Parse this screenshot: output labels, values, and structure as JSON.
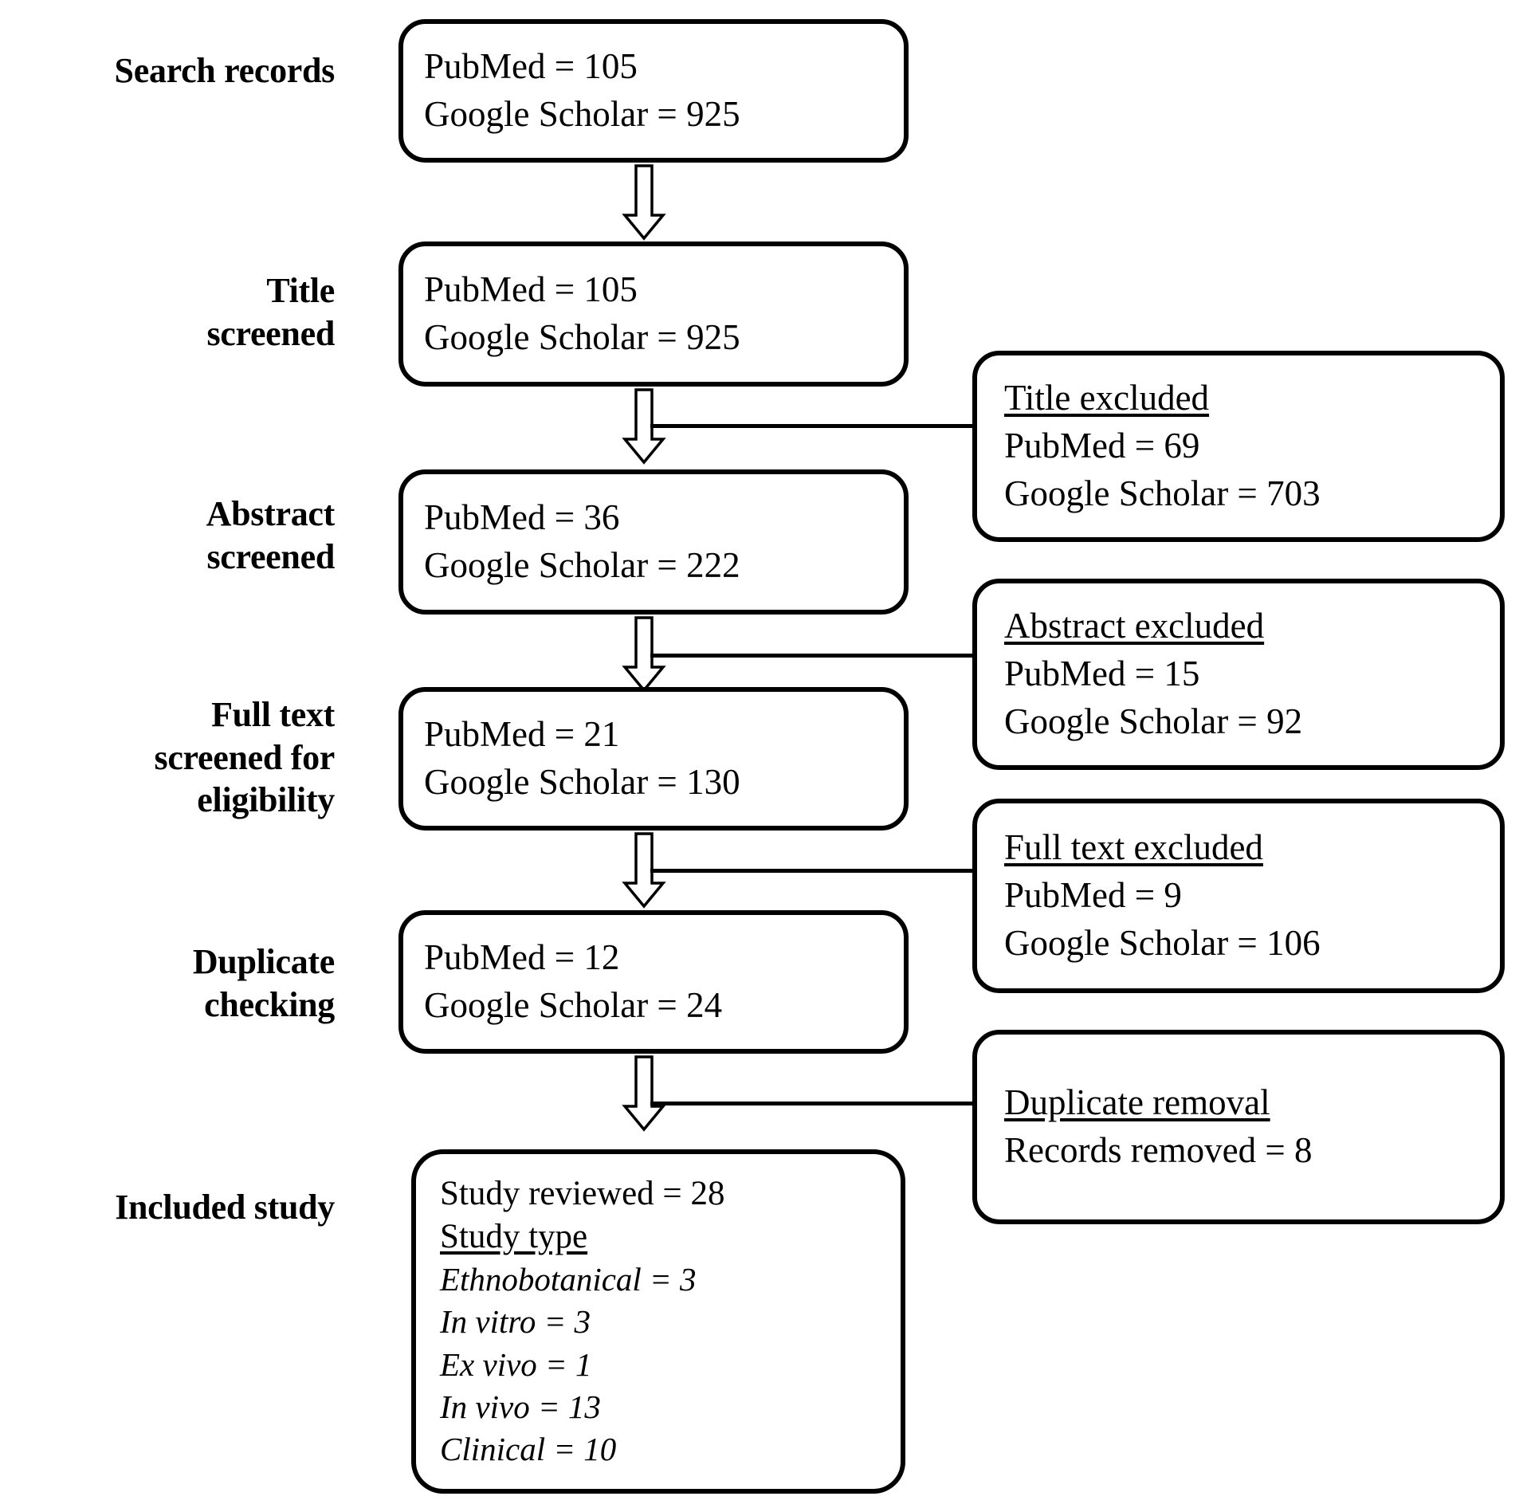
{
  "diagram": {
    "title": "PRISMA study selection flow diagram",
    "type": "flowchart",
    "accent_color": "#000000",
    "background_color": "#ffffff"
  },
  "stages": [
    {
      "id": "search-records",
      "label": "Search records"
    },
    {
      "id": "title-screened",
      "label": "Title\nscreened"
    },
    {
      "id": "abstract-screened",
      "label": "Abstract\nscreened"
    },
    {
      "id": "fulltext-screened",
      "label": "Full text\nscreened for\neligibility"
    },
    {
      "id": "duplicate-checking",
      "label": "Duplicate\nchecking"
    },
    {
      "id": "included-study",
      "label": "Included study"
    }
  ],
  "main_boxes": [
    {
      "id": "search-records-box",
      "lines": [
        {
          "text": "PubMed = 105",
          "style": "plain"
        },
        {
          "text": "Google Scholar = 925",
          "style": "plain"
        }
      ]
    },
    {
      "id": "title-screened-box",
      "lines": [
        {
          "text": "PubMed = 105",
          "style": "plain"
        },
        {
          "text": "Google Scholar = 925",
          "style": "plain"
        }
      ]
    },
    {
      "id": "abstract-screened-box",
      "lines": [
        {
          "text": "PubMed = 36",
          "style": "plain"
        },
        {
          "text": "Google Scholar = 222",
          "style": "plain"
        }
      ]
    },
    {
      "id": "fulltext-screened-box",
      "lines": [
        {
          "text": "PubMed = 21",
          "style": "plain"
        },
        {
          "text": "Google Scholar = 130",
          "style": "plain"
        }
      ]
    },
    {
      "id": "duplicate-checking-box",
      "lines": [
        {
          "text": "PubMed = 12",
          "style": "plain"
        },
        {
          "text": "Google Scholar = 24",
          "style": "plain"
        }
      ]
    },
    {
      "id": "included-study-box",
      "lines": [
        {
          "text": "Study reviewed = 28",
          "style": "plain"
        },
        {
          "text": "Study type",
          "style": "heading"
        },
        {
          "text": "Ethnobotanical = 3",
          "style": "italic"
        },
        {
          "text": "In vitro = 3",
          "style": "italic"
        },
        {
          "text": "Ex vivo = 1",
          "style": "italic"
        },
        {
          "text": "In vivo = 13",
          "style": "italic"
        },
        {
          "text": "Clinical = 10",
          "style": "italic"
        }
      ]
    }
  ],
  "exclusion_boxes": [
    {
      "id": "title-excluded-box",
      "heading": "Title excluded",
      "lines": [
        {
          "text": "PubMed = 69"
        },
        {
          "text": "Google Scholar = 703"
        }
      ]
    },
    {
      "id": "abstract-excluded-box",
      "heading": "Abstract excluded",
      "lines": [
        {
          "text": "PubMed = 15"
        },
        {
          "text": "Google Scholar = 92"
        }
      ]
    },
    {
      "id": "fulltext-excluded-box",
      "heading": "Full text excluded",
      "lines": [
        {
          "text": "PubMed = 9"
        },
        {
          "text": "Google Scholar = 106"
        }
      ]
    },
    {
      "id": "duplicate-removal-box",
      "heading": "Duplicate removal",
      "lines": [
        {
          "text": "Records removed = 8"
        }
      ]
    }
  ],
  "chart_data": {
    "type": "flow",
    "title": "Study selection flow",
    "stages": [
      {
        "stage": "Search records",
        "PubMed": 105,
        "Google Scholar": 925
      },
      {
        "stage": "Title screened",
        "PubMed": 105,
        "Google Scholar": 925
      },
      {
        "stage": "Abstract screened",
        "PubMed": 36,
        "Google Scholar": 222
      },
      {
        "stage": "Full text screened for eligibility",
        "PubMed": 21,
        "Google Scholar": 130
      },
      {
        "stage": "Duplicate checking",
        "PubMed": 12,
        "Google Scholar": 24
      }
    ],
    "exclusions": [
      {
        "stage": "Title excluded",
        "PubMed": 69,
        "Google Scholar": 703
      },
      {
        "stage": "Abstract excluded",
        "PubMed": 15,
        "Google Scholar": 92
      },
      {
        "stage": "Full text excluded",
        "PubMed": 9,
        "Google Scholar": 106
      },
      {
        "stage": "Duplicate removal",
        "Records removed": 8
      }
    ],
    "included": {
      "Study reviewed": 28,
      "study_types": {
        "Ethnobotanical": 3,
        "In vitro": 3,
        "Ex vivo": 1,
        "In vivo": 13,
        "Clinical": 10
      }
    }
  }
}
